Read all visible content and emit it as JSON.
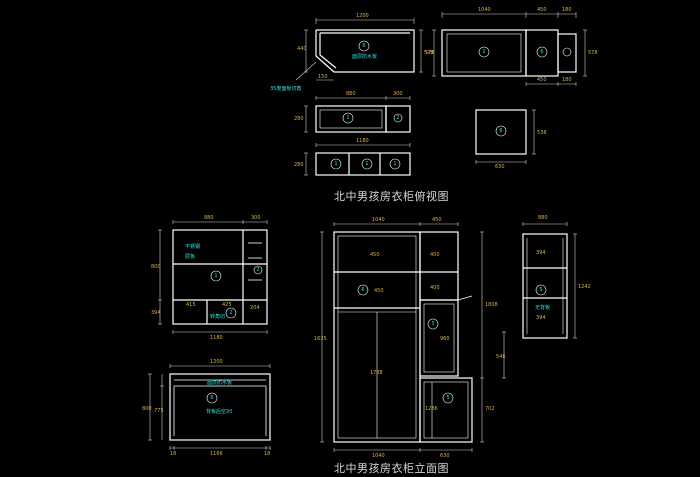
{
  "titles": {
    "plan": "北中男孩房衣柜俯视图",
    "elevation": "北中男孩房衣柜立面图"
  },
  "dims": {
    "d1200": "1200",
    "d1040": "1040",
    "d450": "450",
    "d180": "180",
    "d440": "440",
    "d578": "578",
    "d150": "150",
    "d880": "880",
    "d300": "300",
    "d280": "280",
    "d1180": "1180",
    "d630": "630",
    "d538": "538",
    "d800": "800",
    "d394": "394",
    "d415": "415",
    "d425": "425",
    "d204": "204",
    "d1625": "1625",
    "d546": "546",
    "d1788": "1788",
    "d1808": "1808",
    "d702": "702",
    "d1286": "1286",
    "d775": "775",
    "d1166": "1166",
    "d18": "18",
    "d400": "400",
    "d1242": "1242",
    "d450b": "450",
    "d960": "960"
  },
  "annotations": {
    "top_board": "面层防水板",
    "corner_note": "35度面板切角",
    "hanging_rod": "不锈钢",
    "shelf": "层板",
    "back": "背板后空20",
    "no_back": "无背板",
    "cut": "转角切"
  },
  "markers": [
    "1",
    "2",
    "3",
    "4",
    "5",
    "6"
  ],
  "colors": {
    "background": "#000000",
    "line": "#ffffff",
    "dimension": "#d8b04a",
    "annotation": "#2ee0e0"
  }
}
